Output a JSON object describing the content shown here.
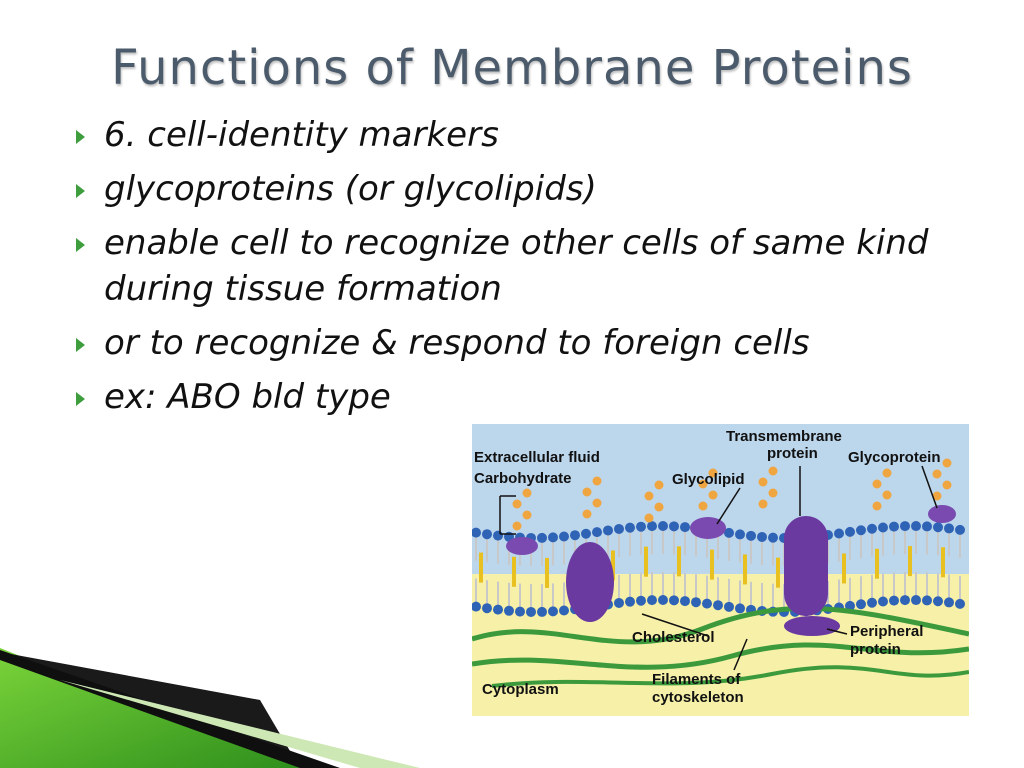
{
  "slide": {
    "title": "Functions of Membrane Proteins",
    "bullets": [
      "6. cell-identity markers",
      "glycoproteins (or glycolipids)",
      "enable cell to recognize other cells of same kind during tissue formation",
      "or to recognize & respond to foreign cells",
      "ex: ABO bld type"
    ]
  },
  "diagram": {
    "labels": {
      "extracellular_fluid": "Extracellular fluid",
      "carbohydrate": "Carbohydrate",
      "transmembrane_1": "Transmembrane",
      "transmembrane_2": "protein",
      "glycolipid": "Glycolipid",
      "glycoprotein": "Glycoprotein",
      "cholesterol": "Cholesterol",
      "peripheral_1": "Peripheral",
      "peripheral_2": "protein",
      "filaments_1": "Filaments of",
      "filaments_2": "cytoskeleton",
      "cytoplasm": "Cytoplasm"
    },
    "colors": {
      "extracellular": "#bcd6ec",
      "cytoplasm": "#f6f0a8",
      "lipid_head": "#2f63b5",
      "protein": "#6a3aa0",
      "sugar": "#f0a640",
      "cholesterol": "#e8c020",
      "filament": "#3c9a3c"
    }
  },
  "theme": {
    "accent": "#3e9e3e",
    "title_color": "#4b5b6b"
  }
}
